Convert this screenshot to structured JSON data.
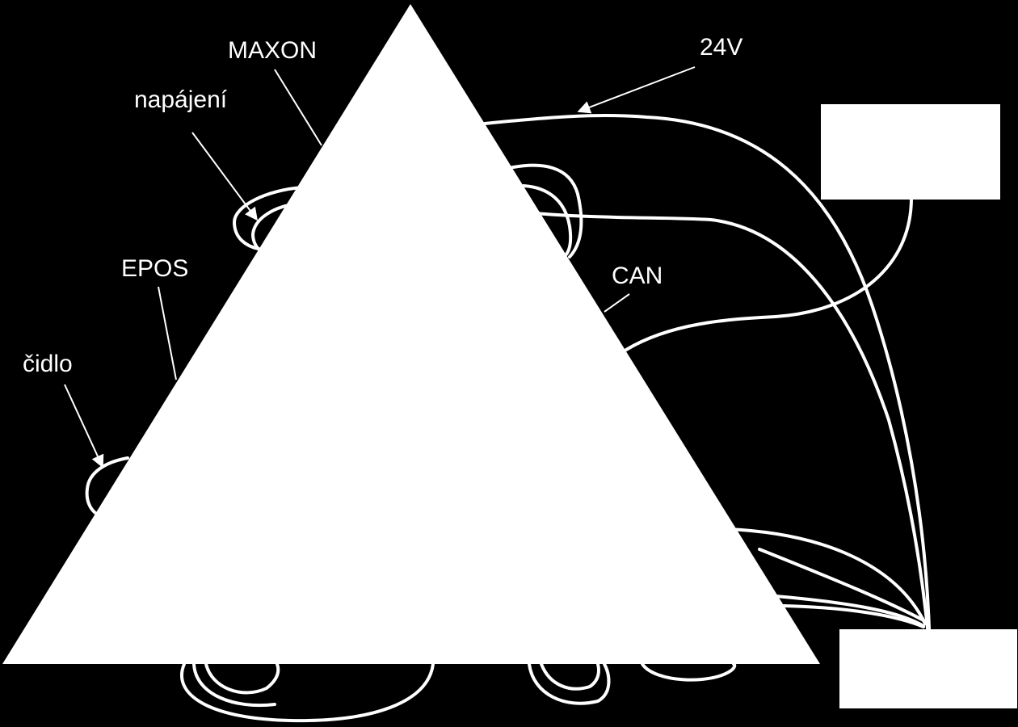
{
  "colors": {
    "background": "#000000",
    "foreground": "#ffffff"
  },
  "labels": {
    "maxon": "MAXON",
    "napajeni": "napájení",
    "epos": "EPOS",
    "cidlo": "čidlo",
    "can": "CAN",
    "v24": "24V"
  }
}
